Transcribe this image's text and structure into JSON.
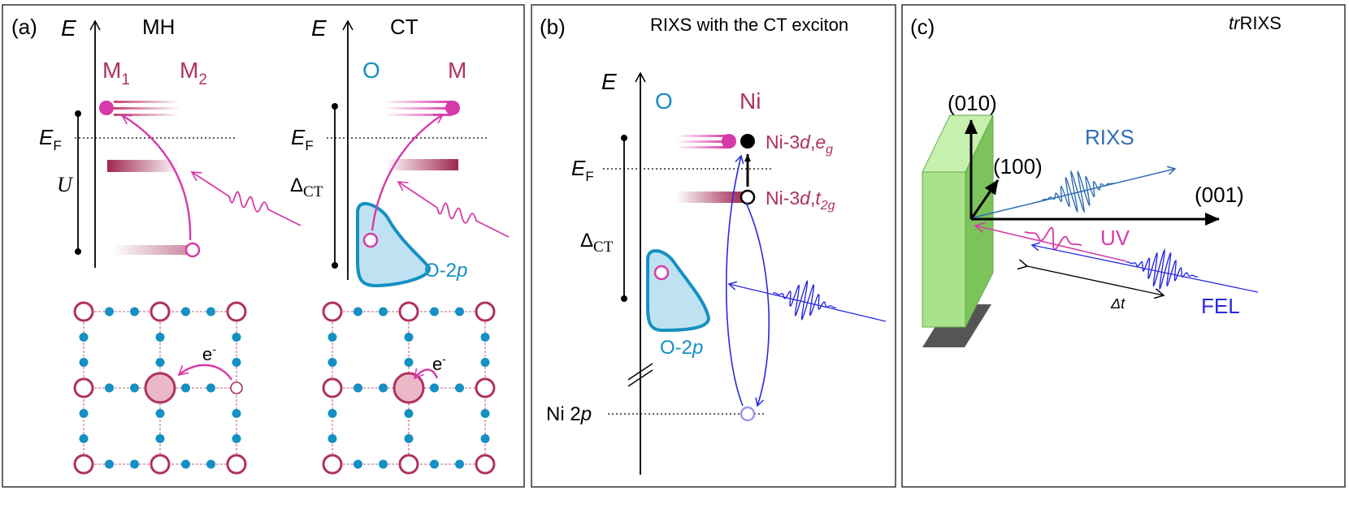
{
  "colors": {
    "magenta": "#d63aa8",
    "maroon": "#b03060",
    "cyan": "#1590c2",
    "light_cyan": "#bfe2f2",
    "blue": "#2a2adf",
    "rixs_blue": "#2f6db3",
    "green_light": "#a8e38a",
    "green_dark": "#7bc35a",
    "gray": "#555555",
    "black": "#000000"
  },
  "panel_a": {
    "label": "(a)",
    "mh": {
      "energy_symbol": "E",
      "title": "MH",
      "m1": "M",
      "m1_sub": "1",
      "m2": "M",
      "m2_sub": "2",
      "fermi": "E",
      "fermi_sub": "F",
      "gap": "U",
      "electron": "e",
      "electron_sup": "-"
    },
    "ct": {
      "energy_symbol": "E",
      "title": "CT",
      "o_label": "O",
      "m_label": "M",
      "fermi": "E",
      "fermi_sub": "F",
      "gap": "Δ",
      "gap_sub": "CT",
      "band_label": "O-2",
      "band_label_italic": "p",
      "electron": "e",
      "electron_sup": "-"
    }
  },
  "panel_b": {
    "label": "(b)",
    "title": "RIXS with the CT exciton",
    "energy_symbol": "E",
    "o_label": "O",
    "ni_label": "Ni",
    "eg_prefix": "Ni-3",
    "eg_d": "d",
    "eg_comma": ",",
    "eg_e": "e",
    "eg_sub": "g",
    "t2g_prefix": "Ni-3",
    "t2g_d": "d",
    "t2g_comma": ",",
    "t2g_t": "t",
    "t2g_sub": "2g",
    "fermi": "E",
    "fermi_sub": "F",
    "gap": "Δ",
    "gap_sub": "CT",
    "band_label": "O-2",
    "band_label_italic": "p",
    "core_label": "Ni 2",
    "core_label_italic": "p"
  },
  "panel_c": {
    "label": "(c)",
    "title_italic": "tr",
    "title": "RIXS",
    "axis_010": "(010)",
    "axis_100": "(100)",
    "axis_001": "(001)",
    "rixs": "RIXS",
    "uv": "UV",
    "fel": "FEL",
    "delay": "Δt"
  }
}
